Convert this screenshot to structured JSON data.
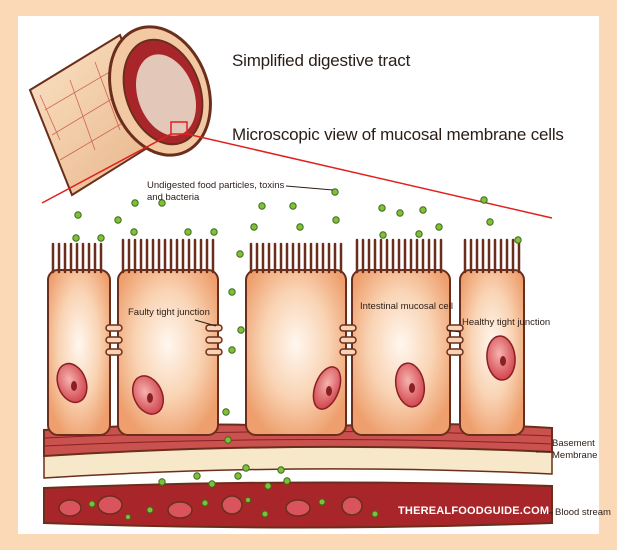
{
  "titles": {
    "tract": "Simplified digestive tract",
    "micro": "Microscopic view of mucosal membrane cells"
  },
  "labels": {
    "particles": "Undigested food particles, toxins and bacteria",
    "faulty": "Faulty tight junction",
    "mucosal": "Intestinal mucosal cell",
    "healthy": "Healthy tight junction",
    "basement": "Basement Membrane",
    "blood": "Blood stream"
  },
  "watermark": "THEREALFOODGUIDE.COM",
  "colors": {
    "background": "#fbd8b6",
    "cell": "#f3b98c",
    "outline": "#6b2e1c",
    "nucleus": "#d9545c",
    "particle": "#7fbf3a",
    "zoom_line": "#e0201e",
    "blood": "#a8262a"
  }
}
